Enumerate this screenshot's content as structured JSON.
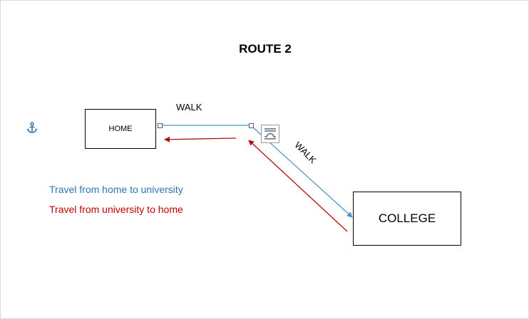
{
  "title": "ROUTE 2",
  "nodes": {
    "home": "HOME",
    "college": "COLLEGE"
  },
  "edges": {
    "walk_top": "WALK",
    "walk_diag": "WALK"
  },
  "legend": {
    "to_university": "Travel from home to university",
    "to_home": "Travel from university to home"
  },
  "colors": {
    "to_university": "#4a90c8",
    "to_home": "#b01010",
    "legend_blue_text": "#2e75b6",
    "legend_red_text": "#c00000"
  },
  "icons": {
    "anchor": "anchor-icon",
    "layout_options": "layout-options-icon"
  }
}
